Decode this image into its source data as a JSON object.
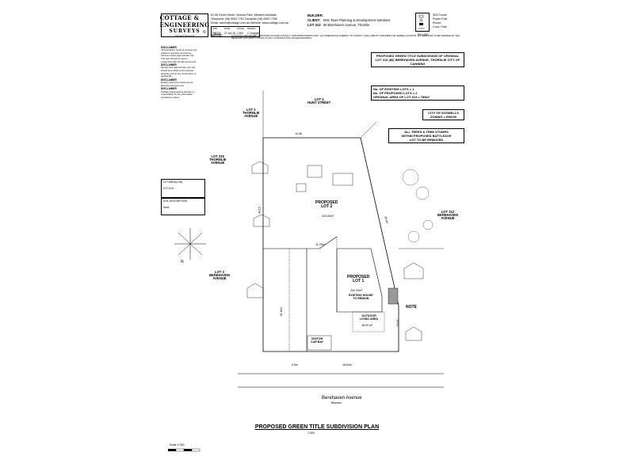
{
  "logo": {
    "line1": "COTTAGE & ENGINEERING",
    "line2": "SURVEYS",
    "sub": "Licensed Surveyors"
  },
  "firm": {
    "address": "61 Mt Gerlin Street, Victoria Park, Western Australia",
    "phone": "Telephone (08) 9500 7781   Facsimile (08) 9500 7768",
    "email": "Email: admin@cottage.com.au   Website: www.cottage.com.au"
  },
  "title_block": {
    "job_label": "JOB",
    "job": "998220",
    "date_label": "DATE",
    "date": "27 Jan 16",
    "scale_label": "SCALE",
    "scale": "1:300",
    "drawn_label": "DRAWN",
    "drawn": "C Chapple",
    "builder_label": "BUILDER:",
    "client_label": "CLIENT:",
    "client": "MIG Town Planning & Development Solutions",
    "lot_label": "LOT 313",
    "lot_address": "86 Berehaven Avenue, Thornlie",
    "rev": "Rev 000"
  },
  "legend": [
    {
      "label": "SEC Dome"
    },
    {
      "label": "Power Pole"
    },
    {
      "label": "Phone"
    },
    {
      "label": "Conc. Path"
    }
  ],
  "notes_heading": "NOTE:",
  "disclaimer": "LOCATION AND NEARBY SERVICES LOCATED VISUALLY AND APPROXIMATE ONLY. ALL DIMENSIONS SUBJECT TO SURVEY. OUR LIABILITY ASSUMED FOR SEWER LOCATION. ALL SERVICES TO BE VERIFIED BY THE RELEVANT AUTHORITY PRIOR TO ANY CONSTRUCTION OR EARTHWORKS.",
  "side_notes": [
    {
      "heading": "DISCLAIMER",
      "text": "All boundaries, levels & contours are subject to accuracy and survey. Services shown approximate only. This plan should be read in conjunction with the title documents."
    },
    {
      "heading": "DISCLAIMER",
      "text": "Services are approximate only and should be verified by the relevant authority prior to any construction or earthworks."
    },
    {
      "heading": "DISCLAIMER",
      "text": "Existing structures shown are for planning purposes only."
    },
    {
      "heading": "DISCLAIMER",
      "text": "Cottage & Engineering accepts no responsibility for any information provided by others."
    }
  ],
  "info_boxes": {
    "lot_area_heading": "LOT AREA(LON)",
    "lot_area": "0.0713 m",
    "desc_heading": "SOIL DESCRIPTION",
    "desc": "Sand"
  },
  "plan": {
    "title_box": "PROPOSED GREEN TITLE SUBDIVISION OF ORIGINAL LOT 313 (86) BEREHAVEN AVENUE, THORNLIE CITY OF CANNING",
    "lots_box": "No. OF EXISTING LOTS = 1\nNo. OF PROPOSED LOTS = 2\nORIGINAL AREA OF LOT 313 = 789m²",
    "zoning_box": "CITY OF GOSNELLS\nZONING = R30/30",
    "trees_box": "ALL TREES & TREE STUMPS\nWITHIN PROPOSED BATTLEAXE\nLOT TO BE REMOVED",
    "lot4": "LOT 4\nHUNT STREET",
    "lot2_thornlie": "LOT 2\nTHORNLIE\nAVENUE",
    "lot315": "LOT 315\nTHORNLIE\nAVENUE",
    "lot312": "LOT 312\nBEREHAVEN\nAVENUE",
    "lot3": "LOT 3\nBEREHAVEN\nAVENUE",
    "proposed_lot2": "PROPOSED\nLOT 2",
    "proposed_lot2_area": "415.00m²",
    "proposed_lot1": "PROPOSED\nLOT 1",
    "proposed_lot1_area": "300.00m²",
    "existing_house": "EXISTING HOUSE\nTO REMAIN",
    "outdoor": "OUTDOOR\nLIVING AREA",
    "outdoor_area": "38.00 m²",
    "carbay": "VISITOR\nCAR BAY",
    "street": "Berehaven Avenue",
    "street_sub": "Bitumen",
    "dim_top": "14.56",
    "dim_right": "28.60",
    "dim_right2": "19.61",
    "dim_mid": "11.25m",
    "dim_bottom": "18.64m",
    "dim_bottom_left": "5.5m",
    "dim_left": "48.15",
    "dim_left2": "19.10m",
    "note_label": "NOTE",
    "scale_text": "Scale 1:300"
  },
  "main_title": "PROPOSED GREEN TITLE SUBDIVISION PLAN",
  "main_title_sub": "1:300"
}
